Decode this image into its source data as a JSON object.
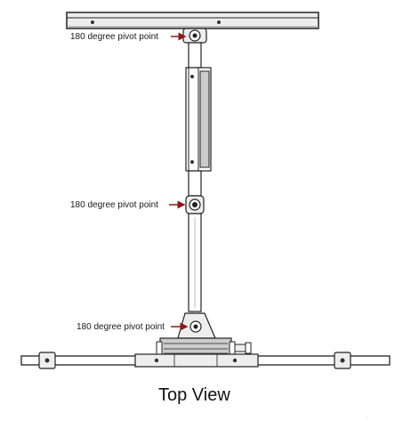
{
  "diagram": {
    "title": "Top View",
    "callouts": [
      {
        "label": "180  degree pivot point"
      },
      {
        "label": "180  degree pivot point"
      },
      {
        "label": "180  degree pivot point"
      }
    ],
    "colors": {
      "line": "#222222",
      "metal_light": "#eeeeee",
      "metal_mid": "#cccccc",
      "arrow": "#8b1a1a",
      "background": "#ffffff"
    }
  }
}
